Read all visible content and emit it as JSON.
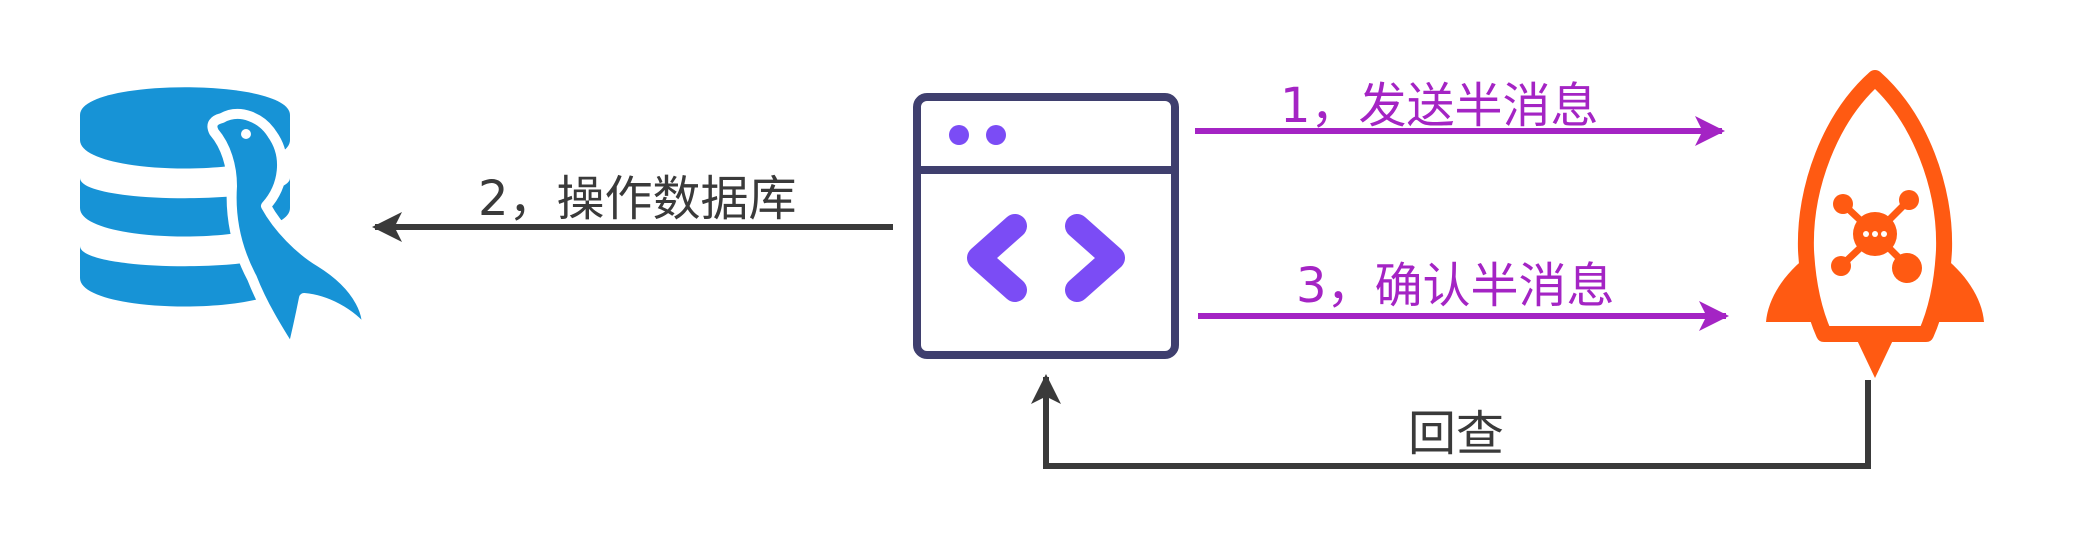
{
  "colors": {
    "db_blue": "#1793d6",
    "app_navy": "#3f3f6e",
    "app_purple": "#7b4cf5",
    "mq_orange": "#ff5a12",
    "flow_purple": "#a424c4",
    "flow_dark": "#3a3a3a"
  },
  "nodes": {
    "database": {
      "icon": "mysql-database-icon"
    },
    "application": {
      "icon": "code-window-icon"
    },
    "message_queue": {
      "icon": "rocketmq-icon"
    }
  },
  "edges": {
    "send_half_message": "1，发送半消息",
    "operate_database": "2，操作数据库",
    "confirm_half_message": "3，确认半消息",
    "check_back": "回查"
  }
}
